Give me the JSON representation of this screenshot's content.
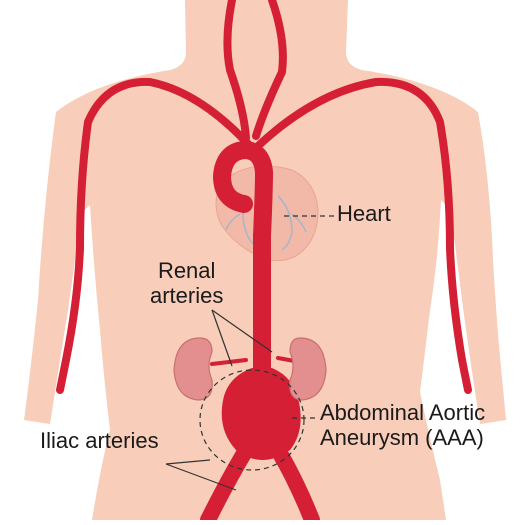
{
  "labels": {
    "heart": "Heart",
    "renal_line1": "Renal",
    "renal_line2": "arteries",
    "aaa_line1": "Abdominal Aortic",
    "aaa_line2": "Aneurysm (AAA)",
    "iliac": "Iliac arteries"
  },
  "colors": {
    "skin": "#f8cdb9",
    "artery": "#d41f35",
    "artery_dark": "#b51628",
    "heart": "#f3b9a8",
    "heart_vessel": "#a9b6c6",
    "kidney": "#e48f8f",
    "kidney_dark": "#c9706f",
    "leader": "#333333"
  }
}
